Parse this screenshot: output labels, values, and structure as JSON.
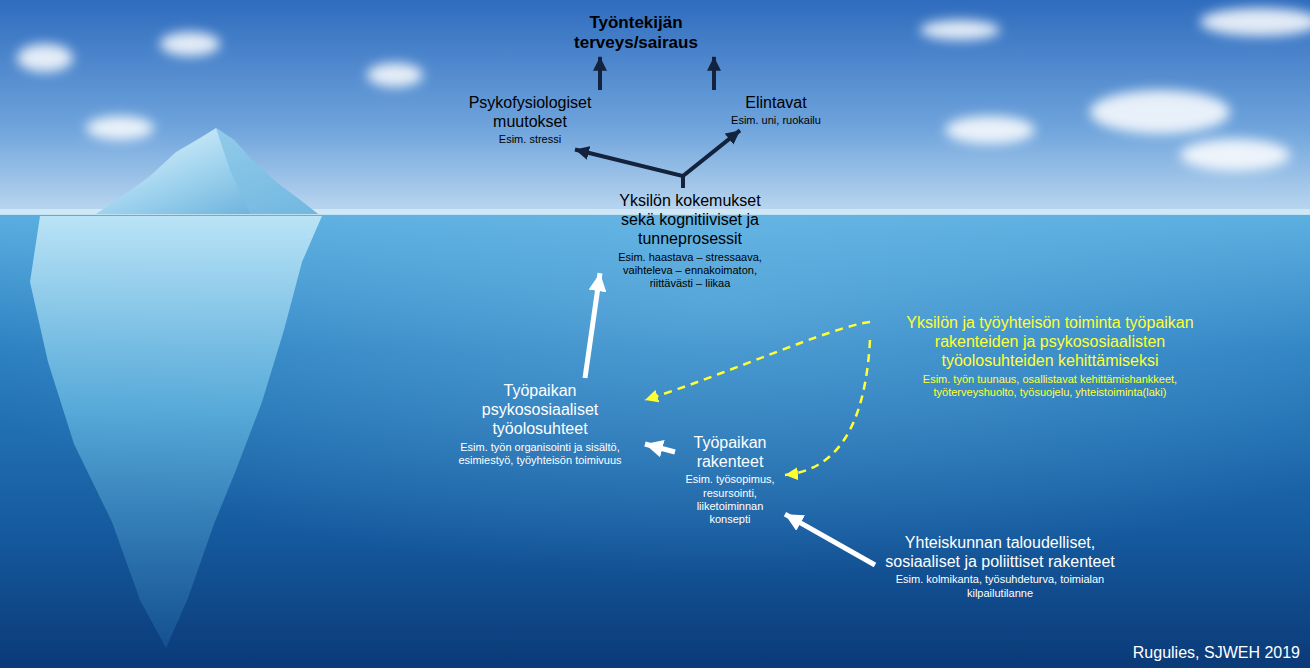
{
  "diagram": {
    "nodes": [
      {
        "text": [
          "Työntekijän terveys/sairaus"
        ]
      },
      {
        "text": [
          "Psykofysiologiset muutokset",
          "Esim. stressi"
        ]
      },
      {
        "text": [
          "Elintavat",
          "Esim. uni, ruokailu"
        ]
      },
      {
        "text": [
          "Yksilön kokemukset sekä kognitiiviset ja tunneprosessit",
          "Esim. haastava – stressaava, vaihteleva – ennakoimaton, riittävästi – liikaa"
        ]
      },
      {
        "text": [
          "Yksilön ja työyhteisön toiminta työpaikan rakenteiden ja psykososiaalisten työolosuhteiden kehittämiseksi",
          "Esim. työn tuunaus, osallistavat kehittämishankkeet, työterveyshuolto, työsuojelu, yhteistoiminta(laki)"
        ]
      },
      {
        "text": [
          "Työpaikan psykososiaaliset työolosuhteet",
          "Esim. työn organisointi ja sisältö, esimiestyö, työyhteisön toimivuus"
        ]
      },
      {
        "text": [
          "Työpaikan rakenteet",
          "Esim. työsopimus, resursointi, liiketoiminnan konsepti"
        ]
      },
      {
        "text": [
          "Yhteiskunnan taloudelliset, sosiaaliset ja poliittiset rakenteet",
          "Esim. kolmikanta, työsuhdeturva, toimialan kilpailutilanne"
        ]
      }
    ],
    "edges": [
      {
        "from": 1,
        "to": 0,
        "arrow": "to"
      },
      {
        "from": 2,
        "to": 0,
        "arrow": "to"
      },
      {
        "from": 3,
        "to": 1,
        "arrow": "to"
      },
      {
        "from": 3,
        "to": 2,
        "arrow": "to"
      },
      {
        "from": 4,
        "to": 5,
        "arrow": "to"
      },
      {
        "from": 4,
        "to": 6,
        "arrow": "to"
      },
      {
        "from": 5,
        "to": 3,
        "arrow": "to"
      },
      {
        "from": 6,
        "to": 5,
        "arrow": "to"
      },
      {
        "from": 7,
        "to": 6,
        "arrow": "to"
      }
    ],
    "labels": [
      "Rugulies, SJWEH 2019"
    ]
  }
}
